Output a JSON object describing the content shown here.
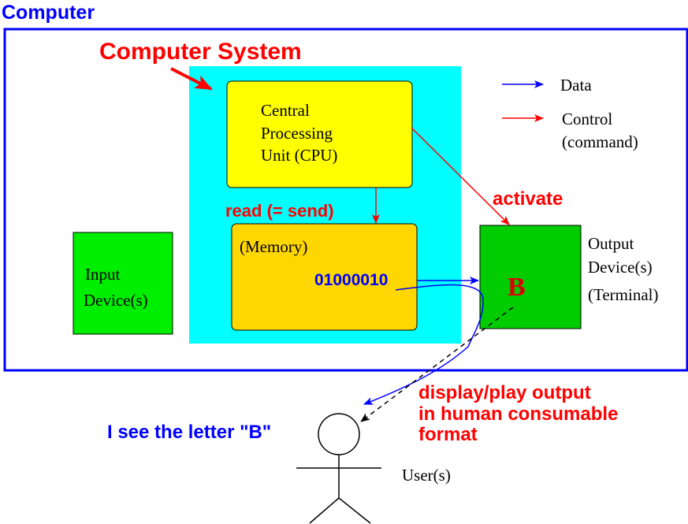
{
  "title": "Computer",
  "system_label": "Computer System",
  "cpu": {
    "line1": "Central",
    "line2": "Processing",
    "line3": "Unit (CPU)"
  },
  "memory": {
    "label": "(Memory)",
    "bits": "01000010"
  },
  "input": {
    "line1": "Input",
    "line2": "Device(s)"
  },
  "output": {
    "line1": "Output",
    "line2": "Device(s)",
    "line3": "(Terminal)",
    "letter": "B"
  },
  "legend": {
    "data": "Data",
    "control_line1": "Control",
    "control_line2": "(command)"
  },
  "arrows": {
    "read": "read (= send)",
    "activate": "activate"
  },
  "display": {
    "line1": "display/play output",
    "line2": "in human consumable",
    "line3": "format"
  },
  "user": {
    "speech": "I see the letter \"B\"",
    "label": "User(s)"
  },
  "colors": {
    "data": "#0000ff",
    "control": "#ff0000",
    "system_bg": "#00ffff",
    "cpu_bg": "#ffff00",
    "memory_bg": "#ffd700",
    "device_bg": "#00cc00",
    "input_bg": "#00ee00",
    "title": "#0000ff",
    "letter": "#dd0000"
  }
}
